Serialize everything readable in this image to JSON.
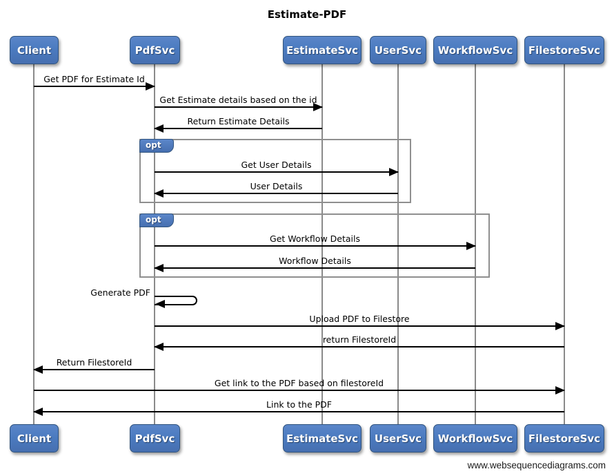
{
  "title": "Estimate-PDF",
  "footer": "www.websequencediagrams.com",
  "diagram_type": "sequence",
  "colors": {
    "actor_fill": "#4b7bc0",
    "actor_border": "#31547e",
    "actor_text": "#ffffff",
    "fragment_border": "#8f8f8f",
    "lifeline": "#8a8a8a",
    "message_line": "#000000",
    "background": "#ffffff"
  },
  "actors": [
    {
      "name": "Client"
    },
    {
      "name": "PdfSvc"
    },
    {
      "name": "EstimateSvc"
    },
    {
      "name": "UserSvc"
    },
    {
      "name": "WorkflowSvc"
    },
    {
      "name": "FilestoreSvc"
    }
  ],
  "fragments": [
    {
      "label": "opt",
      "contains": [
        "Get User Details",
        "User Details"
      ]
    },
    {
      "label": "opt",
      "contains": [
        "Get Workflow Details",
        "Workflow Details"
      ]
    }
  ],
  "messages": [
    {
      "from": "Client",
      "to": "PdfSvc",
      "label": "Get PDF for Estimate Id"
    },
    {
      "from": "PdfSvc",
      "to": "EstimateSvc",
      "label": "Get Estimate details based on the id"
    },
    {
      "from": "EstimateSvc",
      "to": "PdfSvc",
      "label": "Return Estimate Details"
    },
    {
      "from": "PdfSvc",
      "to": "UserSvc",
      "label": "Get User Details"
    },
    {
      "from": "UserSvc",
      "to": "PdfSvc",
      "label": "User Details"
    },
    {
      "from": "PdfSvc",
      "to": "WorkflowSvc",
      "label": "Get Workflow Details"
    },
    {
      "from": "WorkflowSvc",
      "to": "PdfSvc",
      "label": "Workflow Details"
    },
    {
      "from": "PdfSvc",
      "to": "PdfSvc",
      "label": "Generate PDF",
      "type": "self"
    },
    {
      "from": "PdfSvc",
      "to": "FilestoreSvc",
      "label": "Upload PDF to Filestore"
    },
    {
      "from": "FilestoreSvc",
      "to": "PdfSvc",
      "label": "return FilestoreId"
    },
    {
      "from": "PdfSvc",
      "to": "Client",
      "label": "Return FilestoreId"
    },
    {
      "from": "Client",
      "to": "FilestoreSvc",
      "label": "Get link to the PDF based on filestoreId"
    },
    {
      "from": "FilestoreSvc",
      "to": "Client",
      "label": "Link to the PDF"
    }
  ]
}
